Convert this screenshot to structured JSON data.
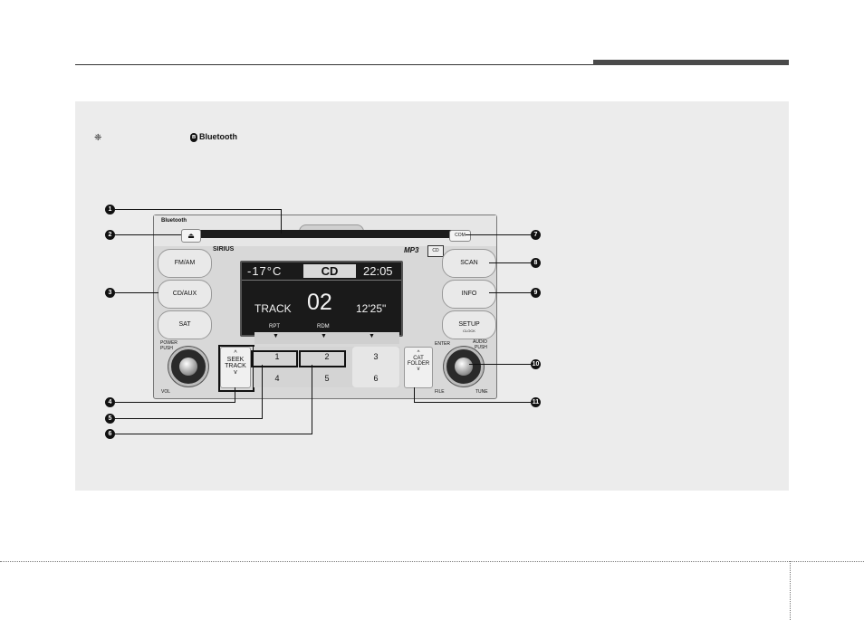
{
  "header": {
    "rule_color": "#333333",
    "bar_color": "#4a4a4a"
  },
  "note": {
    "bullet": "❈",
    "bluetooth_label": "Bluetooth"
  },
  "radio": {
    "bluetooth_logo": "Bluetooth",
    "eject_symbol": "⏏",
    "com_label": "COM",
    "sirius_logo": "SIRIUS",
    "mp3_logo": "MP3",
    "cd_logo": "CD",
    "left_buttons": [
      "FM/AM",
      "CD/AUX",
      "SAT"
    ],
    "right_buttons": [
      "SCAN",
      "INFO",
      "SETUP"
    ],
    "setup_sub": "CLOCK",
    "screen": {
      "temperature": "-17°C",
      "source": "CD",
      "time": "22:05",
      "track_label": "TRACK",
      "track_number": "02",
      "elapsed": "12'25\"",
      "rpt_label": "RPT",
      "rdm_label": "RDM"
    },
    "arrows": [
      "▼",
      "▼",
      "▼"
    ],
    "power_label": "POWER",
    "push_label": "PUSH",
    "vol_label": "VOL",
    "seek": {
      "up": "^",
      "line1": "SEEK",
      "line2": "TRACK",
      "down": "v"
    },
    "presets": [
      {
        "top": "1",
        "bottom": "4"
      },
      {
        "top": "2",
        "bottom": "5"
      },
      {
        "top": "3",
        "bottom": "6"
      }
    ],
    "folder": {
      "up": "^",
      "line1": "CAT",
      "line2": "FOLDER",
      "down": "v"
    },
    "enter_label": "ENTER",
    "audio_label": "AUDIO",
    "audio_push_label": "PUSH",
    "file_label": "FILE",
    "tune_label": "TUNE"
  },
  "callouts": [
    "1",
    "2",
    "3",
    "4",
    "5",
    "6",
    "7",
    "8",
    "9",
    "10",
    "11"
  ]
}
